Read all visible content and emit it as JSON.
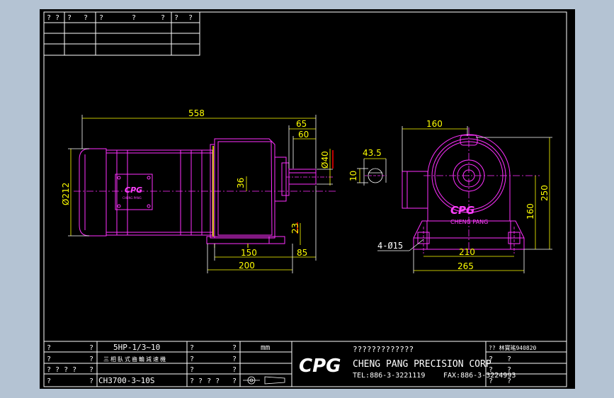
{
  "colors": {
    "viewport_bg": "#b4c3d3",
    "sheet_bg": "#000000",
    "frame": "#ffffff",
    "outline": "#ff30ff",
    "dimension": "#ffff00",
    "ext_line": "#ffffff",
    "centerline": "#ff30ff",
    "accent_red": "#ff0000"
  },
  "revision_table": {
    "header": [
      "?",
      "?",
      "?",
      "?",
      "?",
      "?",
      "?",
      "?",
      "?"
    ]
  },
  "dimensions": {
    "overall_length": "558",
    "shaft_len": "65",
    "shaft_key_len": "60",
    "shaft_dia": "Ø40",
    "motor_dia": "Ø212",
    "center_offset": "36",
    "foot_height": "23",
    "foot_span": "150",
    "foot_end": "85",
    "base_len": "200",
    "front_width": "160",
    "key_height": "43.5",
    "key_width": "10",
    "total_height": "250",
    "shaft_center_height": "160",
    "hole_spec": "4-Ø15",
    "hole_pitch": "210",
    "base_width": "265"
  },
  "nameplate": {
    "brand": "CPG",
    "brand_sub": "CHENG PANG"
  },
  "title_block": {
    "q": "?",
    "q_group": "? ? ?",
    "q_group4": "? ? ? ?",
    "spec": "5HP-1/3~10",
    "desc": "三相臥式齒輪減速機",
    "model": "CH3700-3~10S",
    "unit": "mm",
    "company_logo": "CPG",
    "company_cn": "?????????????",
    "company_en": "CHENG PANG PRECISION CORP",
    "tel": "TEL:886-3-3221119",
    "fax": "FAX:886-3-3224993",
    "doc_code": "??  林寶瑤940820"
  }
}
